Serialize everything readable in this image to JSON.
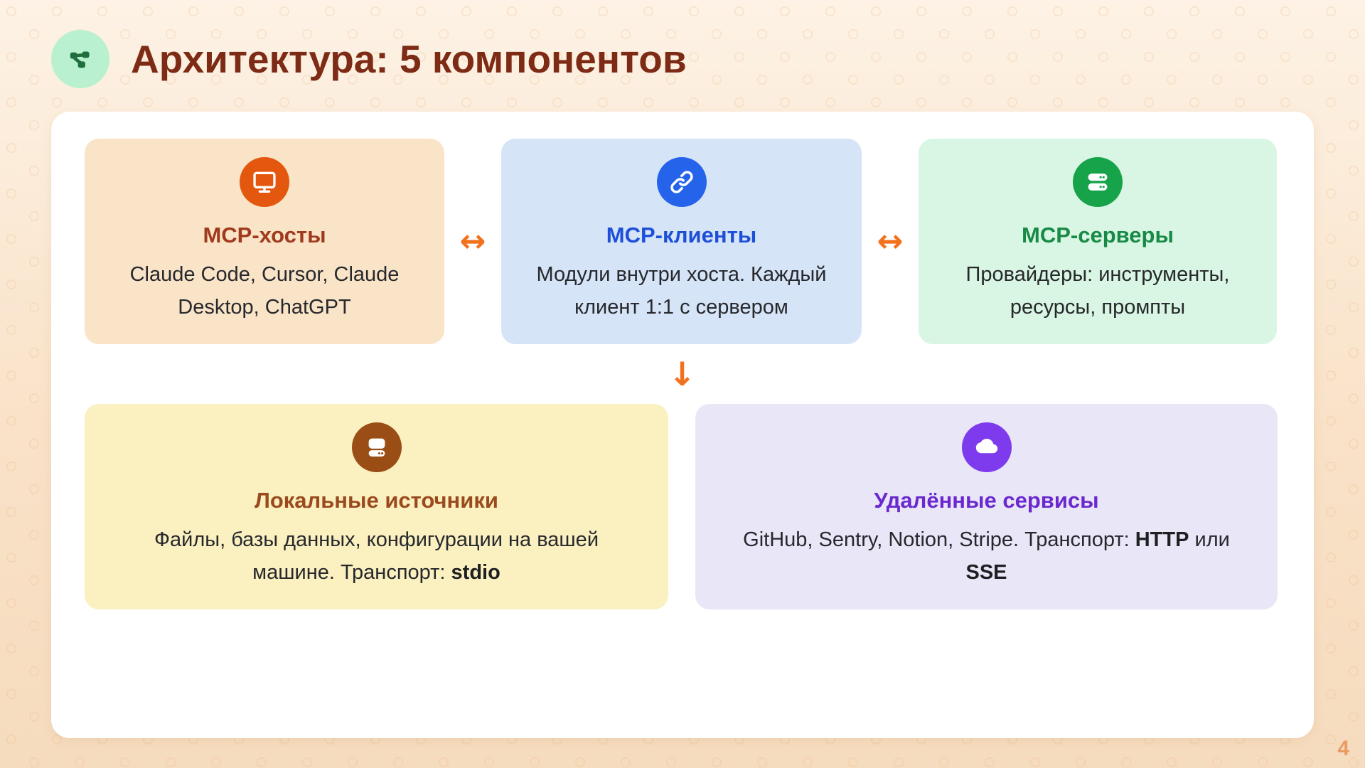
{
  "header": {
    "title": "Архитектура: 5 компонентов",
    "logo_icon": "network-nodes-icon"
  },
  "arrows": {
    "horizontal": "↔",
    "down": "↓"
  },
  "boxes": {
    "hosts": {
      "title": "MCP-хосты",
      "icon": "monitor-icon",
      "body": {
        "line1": "Claude Code, Cursor, Claude",
        "line2": "Desktop, ChatGPT"
      },
      "bg": "#fae4c8",
      "accent": "#a03a1e",
      "icon_bg": "#e4570e"
    },
    "clients": {
      "title": "MCP-клиенты",
      "icon": "link-icon",
      "body": {
        "line1": "Модули внутри хоста. Каждый",
        "line2": "клиент 1:1 с сервером"
      },
      "bg": "#d6e4f8",
      "accent": "#1d4fd7",
      "icon_bg": "#2563eb"
    },
    "servers": {
      "title": "MCP-серверы",
      "icon": "server-icon",
      "body": {
        "line1": "Провайдеры: инструменты,",
        "line2": "ресурсы, промпты"
      },
      "bg": "#d8f6e3",
      "accent": "#188a46",
      "icon_bg": "#17a34a"
    },
    "local": {
      "title": "Локальные источники",
      "icon": "harddrive-icon",
      "body": {
        "line1": "Файлы, базы данных, конфигурации на вашей",
        "line2_text": "машине. Транспорт: ",
        "line2_bold": "stdio"
      },
      "bg": "#fbf0c0",
      "accent": "#9a4a1d",
      "icon_bg": "#9a4e16"
    },
    "remote": {
      "title": "Удалённые сервисы",
      "icon": "cloud-icon",
      "body": {
        "line1_text": "GitHub, Sentry, Notion, Stripe. Транспорт: ",
        "line1_bold": "HTTP",
        "line1_end": " или",
        "line2_bold": "SSE"
      },
      "bg": "#e9e6f8",
      "accent": "#6a28ce",
      "icon_bg": "#7d3bed"
    }
  },
  "page_number": "4",
  "colors": {
    "background_top": "#fdf2e5",
    "background_bottom": "#f6dcbe",
    "card_bg": "#ffffff",
    "title": "#7e2b16",
    "arrow_accent": "#f2711c",
    "page_number": "#eb9a63",
    "body_text": "#26282c",
    "logo_circle_bg": "#b9f0cf",
    "logo_glyph": "#1f6f3e"
  }
}
